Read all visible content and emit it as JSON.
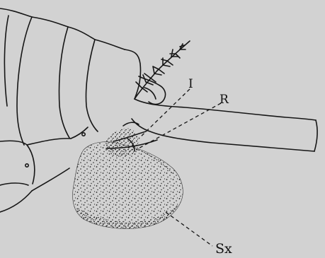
{
  "figure": {
    "labels": {
      "i": "I",
      "r": "R",
      "sx": "Sx"
    },
    "colors": {
      "background": "#d2d2d2",
      "ink": "#161616"
    }
  }
}
